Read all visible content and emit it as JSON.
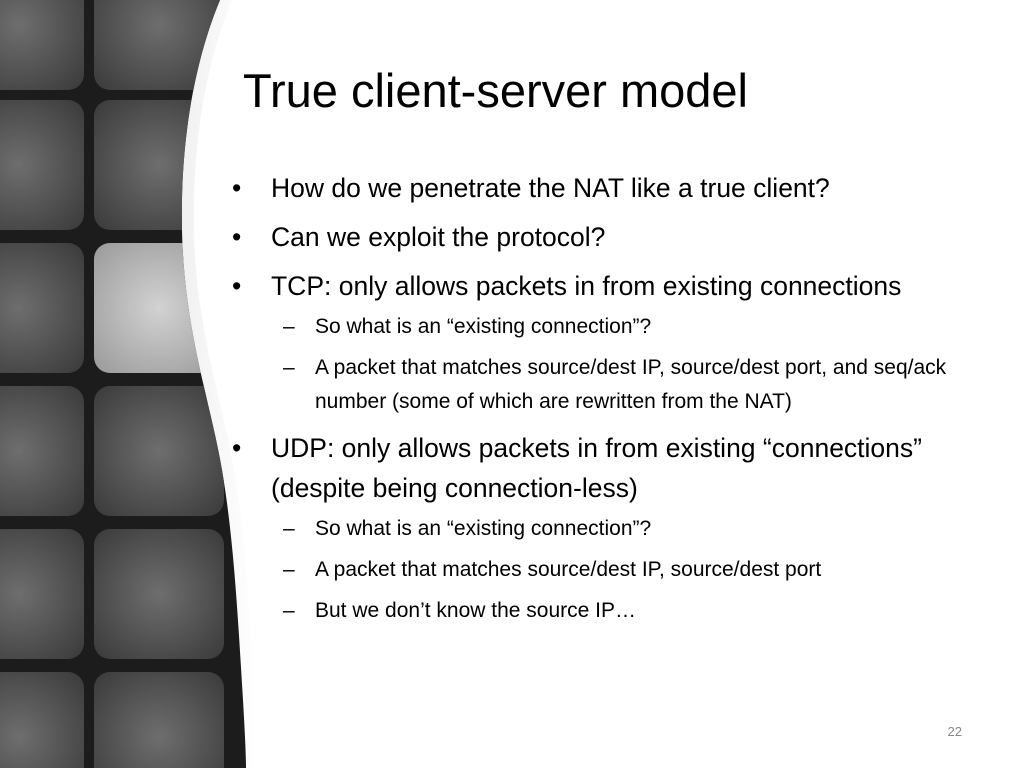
{
  "slide": {
    "title": "True client-server model",
    "page_number": "22",
    "bullets": [
      {
        "text": "How do we penetrate the NAT like a true client?"
      },
      {
        "text": "Can we exploit the protocol?"
      },
      {
        "text": "TCP: only allows packets in from existing connections",
        "sub": [
          "So what is an “existing connection”?",
          "A packet that matches source/dest IP, source/dest port, and seq/ack number (some of which are rewritten from the NAT)"
        ]
      },
      {
        "text": "UDP: only allows packets in from existing “connections” (despite being connection-less)",
        "sub": [
          "So what is an “existing connection”?",
          "A packet that matches source/dest IP, source/dest port",
          "But we don’t know the source IP…"
        ]
      }
    ]
  },
  "theme": {
    "text_color": "#000000",
    "background": "#ffffff",
    "panel_dark": "#1c1c1c",
    "panel_tile": "#5a5a5a",
    "panel_highlight": "#bdbdbd",
    "page_number_color": "#888888"
  }
}
